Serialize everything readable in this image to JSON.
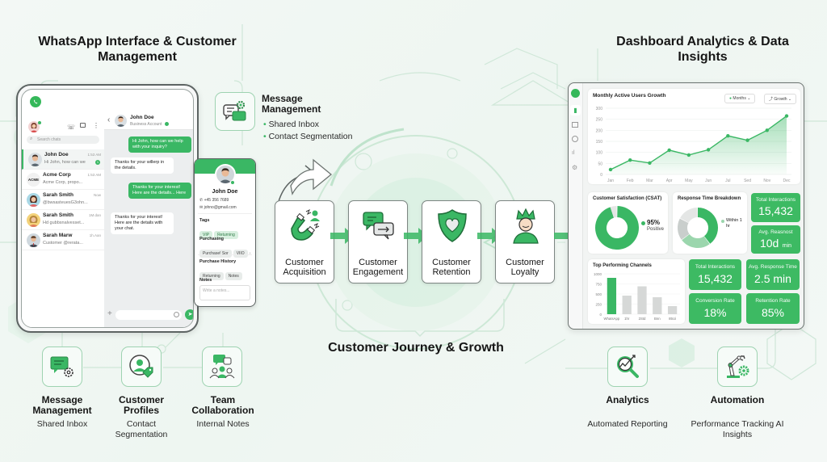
{
  "colors": {
    "accent": "#3ab764",
    "accent_dark": "#2d9c52",
    "light_green": "#d8efdf"
  },
  "headers": {
    "left": "WhatsApp Interface & Customer Management",
    "right": "Dashboard Analytics & Data Insights",
    "center": "Customer Journey & Growth"
  },
  "phone": {
    "search_placeholder": "Search chats",
    "chats": [
      {
        "name": "John Doe",
        "preview": "Hi John, how can we",
        "time": "1:53 AM",
        "unread": "1",
        "avatar": "man"
      },
      {
        "name": "Acme Corp",
        "preview": "Acme Corp, propo...",
        "time": "1:53 AM",
        "avatar": "ACME"
      },
      {
        "name": "Sarah Smith",
        "preview": "@bwsasteuesG3ohn...",
        "time": "Now",
        "avatar": "woman"
      },
      {
        "name": "Sarah Smith",
        "preview": "Hd gubbsnalvesset...",
        "time": "1M.dan",
        "avatar": "woman2"
      },
      {
        "name": "Sarah Marw",
        "preview": "Customer @rerata...",
        "time": "1h.Aan",
        "avatar": "man2"
      }
    ],
    "conversation": {
      "contact": "John Doe",
      "status": "Business Account",
      "messages": [
        {
          "dir": "out",
          "text": "Hi John, how can we help with your inquiry?"
        },
        {
          "dir": "in",
          "text": "Thanks for your willerp in the details."
        },
        {
          "dir": "out",
          "text": "Thanks for your interest! Here are the details... Here"
        },
        {
          "dir": "in",
          "text": "Thanks for your interest! Here are the details with your chat."
        }
      ]
    }
  },
  "profile": {
    "name": "John Doe",
    "phone": "+45 356 7689",
    "email": "johno@gmail.com",
    "tags_label": "Tags",
    "tags": [
      "VIP",
      "Returning"
    ],
    "purchasing_label": "Purchasing",
    "purchasing": [
      "Purchase! Sor",
      "VIIO"
    ],
    "history_label": "Purchase History",
    "history": [
      "Returning",
      "Notes"
    ],
    "notes_label": "Notes",
    "notes_placeholder": "Write a notes..."
  },
  "message_mgmt": {
    "title": "Message Management",
    "bullets": [
      "Shared Inbox",
      "Contact Segmentation"
    ]
  },
  "bottom_features": [
    {
      "title": "Message Management",
      "sub": "Shared Inbox",
      "icon": "chat-gear"
    },
    {
      "title": "Customer Profiles",
      "sub": "Contact Segmentation",
      "icon": "profile-tag"
    },
    {
      "title": "Team Collaboration",
      "sub": "Internal Notes",
      "icon": "team-chat"
    },
    {
      "title": "Analytics",
      "sub": "Automated Reporting",
      "icon": "magnifier-chart"
    },
    {
      "title": "Automation",
      "sub": "Performance Tracking AI Insights",
      "icon": "robot-arm"
    }
  ],
  "journey": [
    {
      "label": "Customer Acquisition",
      "icon": "magnet"
    },
    {
      "label": "Customer Engagement",
      "icon": "chat-bubbles"
    },
    {
      "label": "Customer Retention",
      "icon": "shield-heart"
    },
    {
      "label": "Customer Loyalty",
      "icon": "crowned-person"
    }
  ],
  "dashboard": {
    "sidebar_icons": [
      "whatsapp",
      "bar-chart",
      "list",
      "clock",
      "stats",
      "gear"
    ],
    "mau": {
      "title": "Monthly Active Users Growth",
      "filter1": "Months",
      "filter2": "Growth"
    },
    "csat": {
      "title": "Customer Satisfaction (CSAT)",
      "value": "95%",
      "label": "Positive",
      "percent": 95
    },
    "response": {
      "title": "Response Time Breakdown",
      "legend": "Within 1 hr",
      "segments": [
        40,
        25,
        18,
        17
      ]
    },
    "stats_top": [
      {
        "label": "Total Interactions",
        "value": "15,432"
      },
      {
        "label": "Avg. Reasnost",
        "value": "10d",
        "unit": "min"
      }
    ],
    "channels": {
      "title": "Top Performing Channels"
    },
    "stats_bottom": [
      {
        "label": "Total Interactions",
        "value": "15,432"
      },
      {
        "label": "Avg. Response Time",
        "value": "2.5 min"
      },
      {
        "label": "Conversion Rate",
        "value": "18%"
      },
      {
        "label": "Retention Rate",
        "value": "85%"
      }
    ]
  },
  "chart_data": [
    {
      "type": "line",
      "title": "Monthly Active Users Growth",
      "categories": [
        "Jan",
        "Feb",
        "Mar",
        "Apr",
        "May",
        "Jun",
        "Jul",
        "Sed",
        "Nov",
        "Dec"
      ],
      "values": [
        22,
        65,
        52,
        110,
        88,
        112,
        175,
        155,
        200,
        265
      ],
      "ylim": [
        0,
        300
      ],
      "yticks": [
        0,
        50,
        100,
        150,
        200,
        250,
        300
      ],
      "grid": true,
      "xlabel": "",
      "ylabel": ""
    },
    {
      "type": "bar",
      "title": "Top Performing Channels",
      "categories": [
        "WhatsApp",
        "1hr",
        "2Std",
        "Bnn",
        "85Ui"
      ],
      "values": [
        900,
        460,
        690,
        420,
        200
      ],
      "ylim": [
        0,
        1000
      ],
      "yticks": [
        0,
        250,
        500,
        750,
        1000
      ],
      "highlight": 0
    }
  ]
}
